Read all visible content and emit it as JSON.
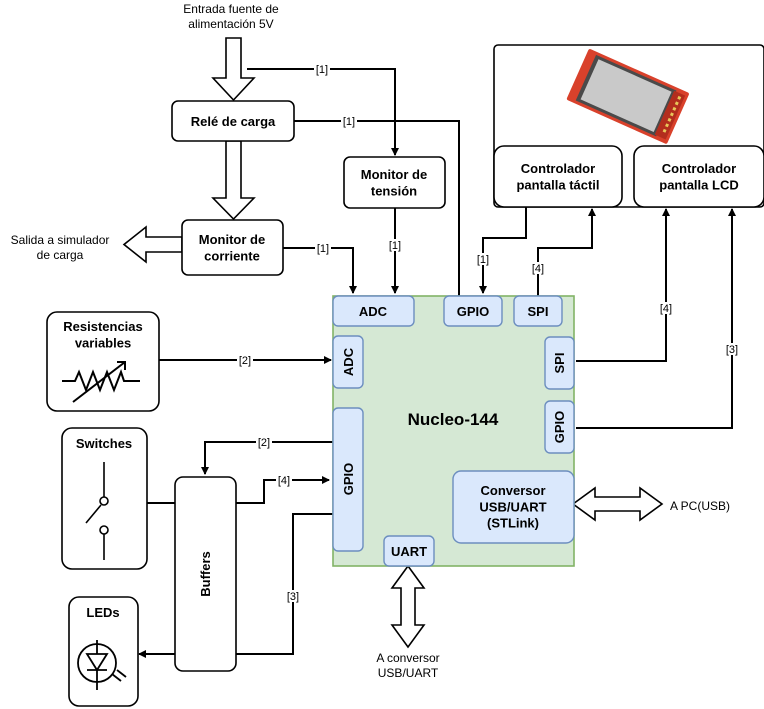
{
  "inputs": {
    "power_in": "Entrada fuente de\nalimentación 5V",
    "load_out": "Salida a simulador\nde carga",
    "pc_usb": "A PC(USB)",
    "uart_out": "A conversor\nUSB/UART"
  },
  "blocks": {
    "relay": "Relé de carga",
    "voltage_monitor": "Monitor de\ntensión",
    "current_monitor": "Monitor de\ncorriente",
    "resistors": "Resistencias\nvariables",
    "switches": "Switches",
    "leds": "LEDs",
    "buffers": "Buffers",
    "touch_ctrl": "Controlador\npantalla táctil",
    "lcd_ctrl": "Controlador\npantalla LCD",
    "mcu": "Nucleo-144",
    "usb_conv": "Conversor\nUSB/UART\n(STLink)"
  },
  "ports": {
    "adc_top": "ADC",
    "gpio_top": "GPIO",
    "spi_top": "SPI",
    "adc_left": "ADC",
    "gpio_left": "GPIO",
    "spi_right": "SPI",
    "gpio_right": "GPIO",
    "uart": "UART"
  },
  "bus_labels": {
    "l1a": "[1]",
    "l1b": "[1]",
    "l1c": "[1]",
    "l1d": "[1]",
    "l1e": "[1]",
    "l4a": "[4]",
    "l4b": "[4]",
    "l4c": "[4]",
    "l3a": "[3]",
    "l3b": "[3]",
    "l2a": "[2]",
    "l2b": "[2]"
  }
}
